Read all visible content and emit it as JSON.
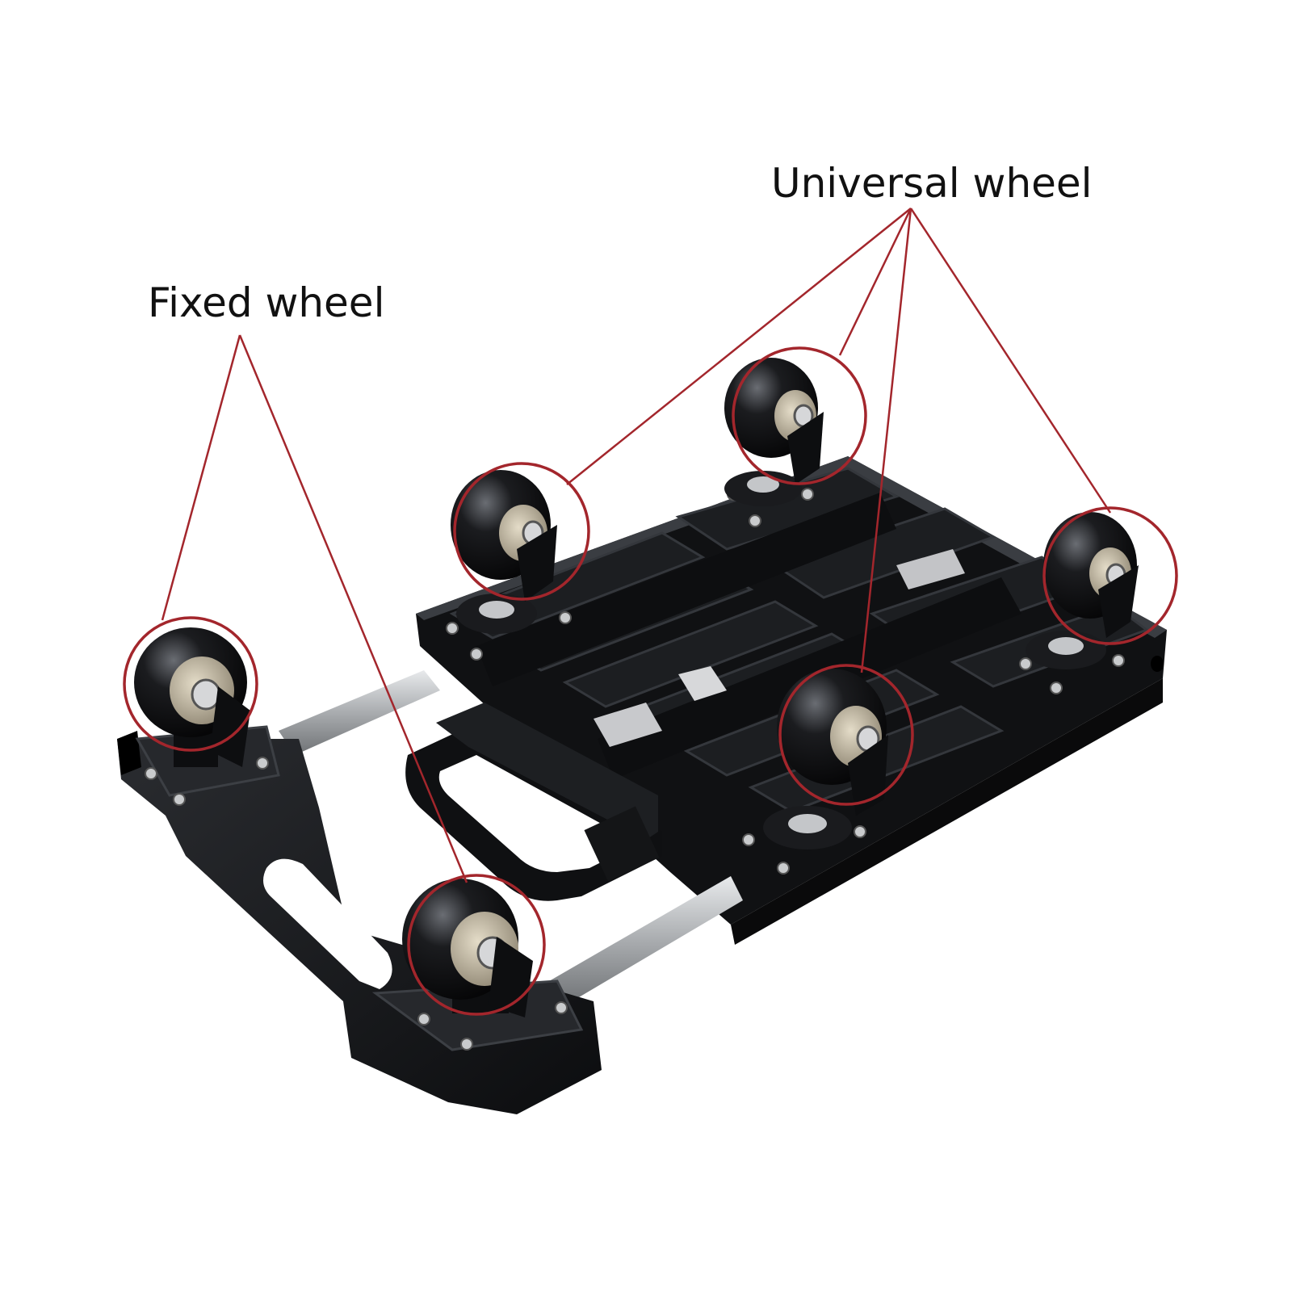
{
  "labels": {
    "universal_wheel": "Universal wheel",
    "fixed_wheel": "Fixed wheel"
  },
  "colors": {
    "callout": "#a3262c",
    "body": "#111214",
    "body_edge": "#2a2c30",
    "rail": "#b9bcbf",
    "hub": "#b7ad98"
  },
  "wheels": [
    {
      "name": "fixed-wheel-left",
      "type": "fixed"
    },
    {
      "name": "fixed-wheel-front",
      "type": "fixed"
    },
    {
      "name": "universal-wheel-back-left",
      "type": "universal"
    },
    {
      "name": "universal-wheel-back-center",
      "type": "universal"
    },
    {
      "name": "universal-wheel-right",
      "type": "universal"
    },
    {
      "name": "universal-wheel-front-center",
      "type": "universal"
    }
  ]
}
